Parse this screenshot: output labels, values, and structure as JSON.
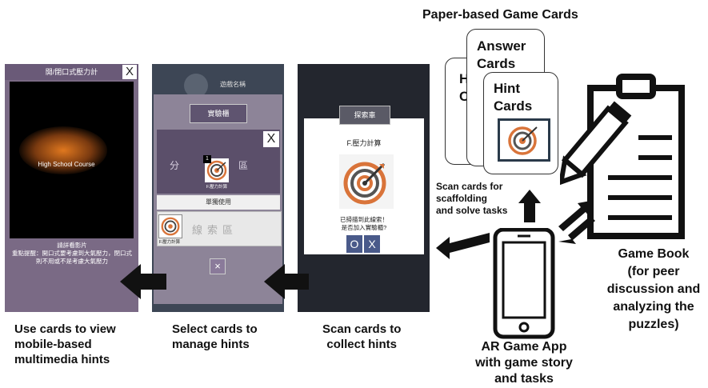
{
  "screen1": {
    "header": "開/閉口式壓力計",
    "close": "X",
    "video_title": "High School Course",
    "text": "請詳看影片\n重點提醒：開口式要考慮到大氣壓力，閉口式則不用或不是考慮大氣壓力"
  },
  "screen2": {
    "player_name": "遊戲名稱",
    "lab_button": "實驗櫃",
    "close": "X",
    "fen": "分",
    "qu": "區",
    "card_num": "1",
    "card_label": "F.壓力計算",
    "use_label": "單獨使用",
    "clue_area": "線索區",
    "card2_label": "F.壓力計算",
    "x_button": "×"
  },
  "screen3": {
    "button": "探索車",
    "title": "F.壓力計算",
    "message": "已掃描到此線索！\n是否加入實驗櫃?",
    "o_button": "O",
    "x_button": "X"
  },
  "paper_cards": {
    "heading": "Paper-based Game Cards",
    "answer": "Answer\nCards",
    "hint": "Hint\nCards",
    "back_letters": "H\nC"
  },
  "captions": {
    "view_hints": "Use cards to view\nmobile-based\nmultimedia hints",
    "manage_hints": "Select cards to\nmanage hints",
    "collect_hints": "Scan cards to\ncollect hints",
    "scan_scaffold": "Scan cards for\nscaffolding\nand solve tasks",
    "game_book": "Game Book\n(for peer\ndiscussion and\nanalyzing the\npuzzles)",
    "ar_app": "AR Game App\nwith game story\nand tasks"
  },
  "colors": {
    "screen_purple": "#7a6a85",
    "screen_dark": "#23262e",
    "button_blue": "#4a5a8a",
    "arrow": "#111111"
  }
}
